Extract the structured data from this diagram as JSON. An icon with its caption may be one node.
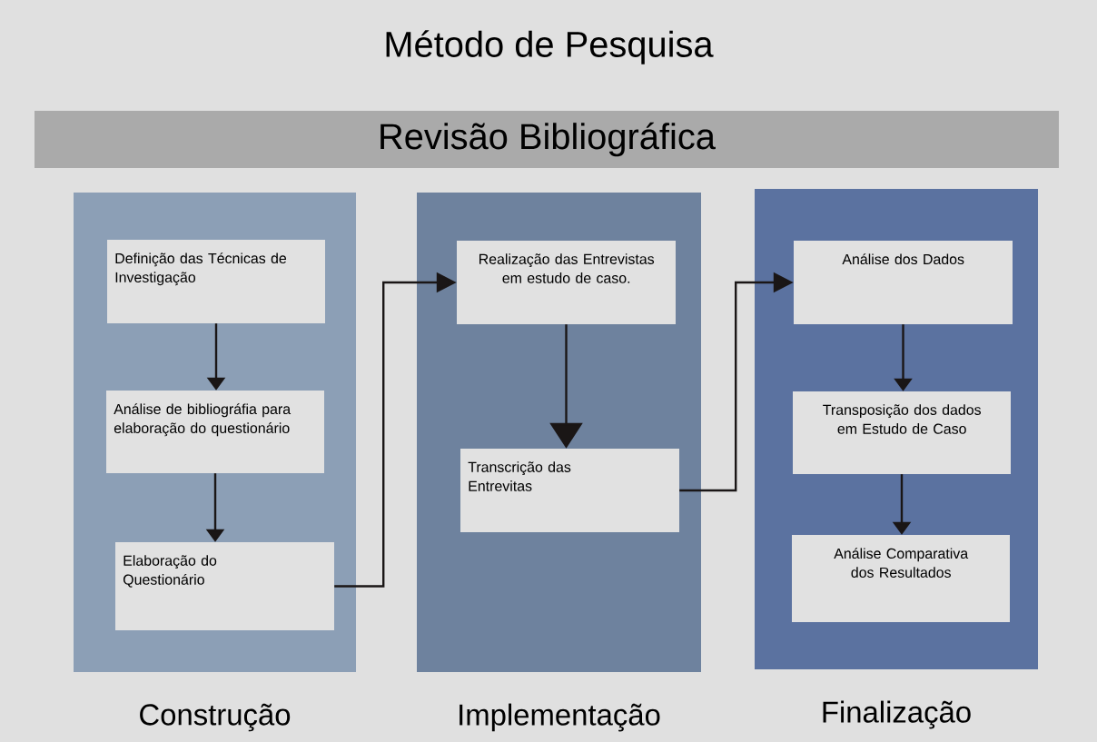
{
  "diagram": {
    "title": "Método de Pesquisa",
    "nodes": [
      {
        "text": [
          "Revisão Bibliográfica"
        ]
      },
      {
        "text": [
          "Construção"
        ]
      },
      {
        "text": [
          "Definição das Técnicas de Investigação"
        ],
        "in": 1
      },
      {
        "text": [
          "Análise de bibliográfia para elaboração do questionário"
        ],
        "in": 1
      },
      {
        "text": [
          "Elaboração do Questionário"
        ],
        "in": 1
      },
      {
        "text": [
          "Implementação"
        ]
      },
      {
        "text": [
          "Realização das Entrevistas em estudo de caso."
        ],
        "in": 5
      },
      {
        "text": [
          "Transcrição das Entrevitas"
        ],
        "in": 5
      },
      {
        "text": [
          "Finalização"
        ]
      },
      {
        "text": [
          "Análise dos Dados"
        ],
        "in": 8
      },
      {
        "text": [
          "Transposição dos dados em Estudo de Caso"
        ],
        "in": 8
      },
      {
        "text": [
          "Análise Comparativa dos Resultados"
        ],
        "in": 8
      }
    ],
    "edges": [
      {
        "from": 2,
        "to": 3,
        "arrow": "to"
      },
      {
        "from": 3,
        "to": 4,
        "arrow": "to"
      },
      {
        "from": 4,
        "to": 6,
        "arrow": "to"
      },
      {
        "from": 6,
        "to": 7,
        "arrow": "to"
      },
      {
        "from": 7,
        "to": 9,
        "arrow": "to"
      },
      {
        "from": 9,
        "to": 10,
        "arrow": "to"
      },
      {
        "from": 10,
        "to": 11,
        "arrow": "to"
      }
    ]
  }
}
